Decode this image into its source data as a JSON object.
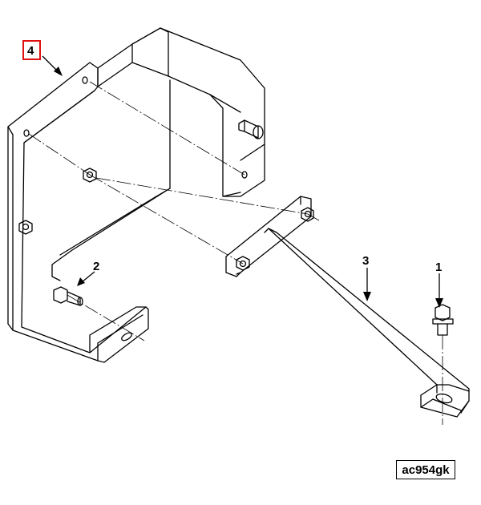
{
  "callouts": {
    "item_1": "1",
    "item_2": "2",
    "item_3": "3",
    "item_4": "4"
  },
  "highlighted_callout": "4",
  "highlight_color": "#e01010",
  "reference_code": "ac954gk"
}
